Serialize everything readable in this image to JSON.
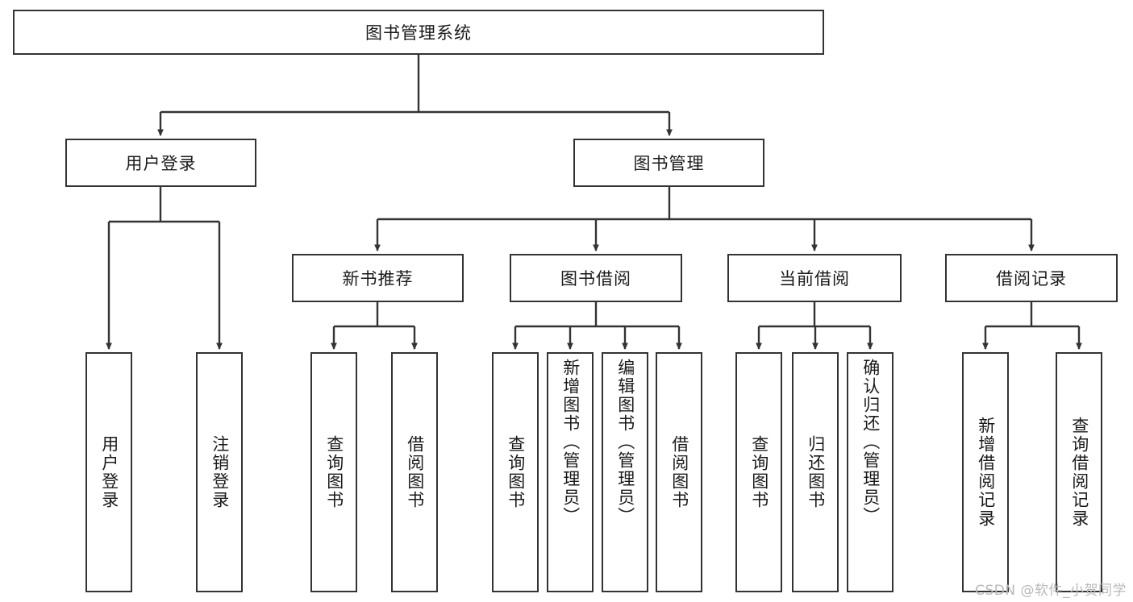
{
  "diagram": {
    "type": "tree-hierarchy-chart",
    "title": "图书管理系统",
    "watermark": "CSDN @软件_小贺同学",
    "colors": {
      "box_border": "#333333",
      "box_fill": "#ffffff",
      "connector": "#333333",
      "text": "#1a1a1a",
      "watermark": "#b9b9b9"
    },
    "root": {
      "label": "图书管理系统"
    },
    "level2": [
      {
        "label": "用户登录"
      },
      {
        "label": "图书管理"
      }
    ],
    "level3": [
      {
        "label": "新书推荐"
      },
      {
        "label": "图书借阅"
      },
      {
        "label": "当前借阅"
      },
      {
        "label": "借阅记录"
      }
    ],
    "leaves": {
      "user_login": [
        {
          "label": "用户登录"
        },
        {
          "label": "注销登录"
        }
      ],
      "new_book_recommend": [
        {
          "label": "查询图书"
        },
        {
          "label": "借阅图书"
        }
      ],
      "book_borrow": [
        {
          "label": "查询图书"
        },
        {
          "label": "新增图书（管理员）"
        },
        {
          "label": "编辑图书（管理员）"
        },
        {
          "label": "借阅图书"
        }
      ],
      "current_borrow": [
        {
          "label": "查询图书"
        },
        {
          "label": "归还图书"
        },
        {
          "label": "确认归还（管理员）"
        }
      ],
      "borrow_record": [
        {
          "label": "新增借阅记录"
        },
        {
          "label": "查询借阅记录"
        }
      ]
    }
  }
}
